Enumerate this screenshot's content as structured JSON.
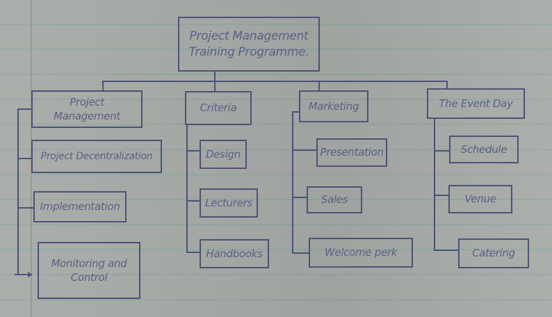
{
  "diagram": {
    "type": "hand-drawn org chart / work breakdown structure on ruled notebook paper",
    "root": {
      "label": "Project Management Training Programme."
    },
    "branches": [
      {
        "label": "Project Management",
        "children": [
          {
            "label": "Project Decentralization"
          },
          {
            "label": "Implementation"
          },
          {
            "label": "Monitoring and Control"
          }
        ]
      },
      {
        "label": "Criteria",
        "children": [
          {
            "label": "Design"
          },
          {
            "label": "Lecturers"
          },
          {
            "label": "Handbooks"
          }
        ]
      },
      {
        "label": "Marketing",
        "children": [
          {
            "label": "Presentation"
          },
          {
            "label": "Sales"
          },
          {
            "label": "Welcome perk"
          }
        ]
      },
      {
        "label": "The Event Day",
        "children": [
          {
            "label": "Schedule"
          },
          {
            "label": "Venue"
          },
          {
            "label": "Catering"
          }
        ]
      }
    ]
  },
  "colors": {
    "ink": "#4c5276",
    "paper": "#a6aaa6",
    "ruled_line": "#93a7a2",
    "margin_line": "#a39596"
  }
}
